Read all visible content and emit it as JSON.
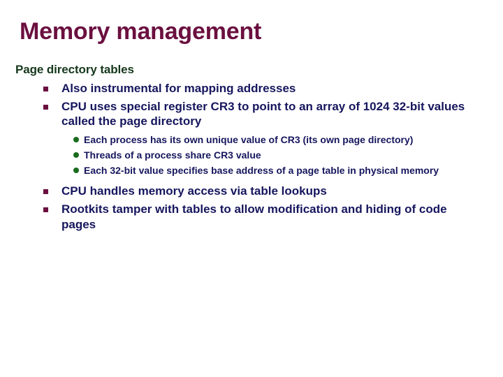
{
  "slide": {
    "title": "Memory management",
    "section_heading": "Page directory tables",
    "colors": {
      "title": "#6b0f3f",
      "section_heading": "#16381c",
      "body_text": "#16165e",
      "square_marker": "#6b0f3f",
      "dot_marker": "#1a6b1e",
      "background": "#ffffff"
    },
    "bullets": [
      {
        "level": 1,
        "marker": "square-bullet-marker",
        "text": "Also instrumental for mapping addresses"
      },
      {
        "level": 1,
        "marker": "square-bullet-marker",
        "text": "CPU uses special register CR3 to point to an array of 1024 32-bit values called the page directory",
        "children": [
          {
            "level": 2,
            "marker": "dot-bullet-marker",
            "text": "Each process has its own unique value of CR3 (its own page directory)"
          },
          {
            "level": 2,
            "marker": "dot-bullet-marker",
            "text": "Threads of a process share CR3 value"
          },
          {
            "level": 2,
            "marker": "dot-bullet-marker",
            "text": "Each 32-bit value specifies base address of a page table in physical memory"
          }
        ]
      },
      {
        "level": 1,
        "marker": "square-bullet-marker",
        "text": "CPU handles memory access via table lookups"
      },
      {
        "level": 1,
        "marker": "square-bullet-marker",
        "text": "Rootkits tamper with tables to allow modification and hiding of code pages"
      }
    ]
  }
}
